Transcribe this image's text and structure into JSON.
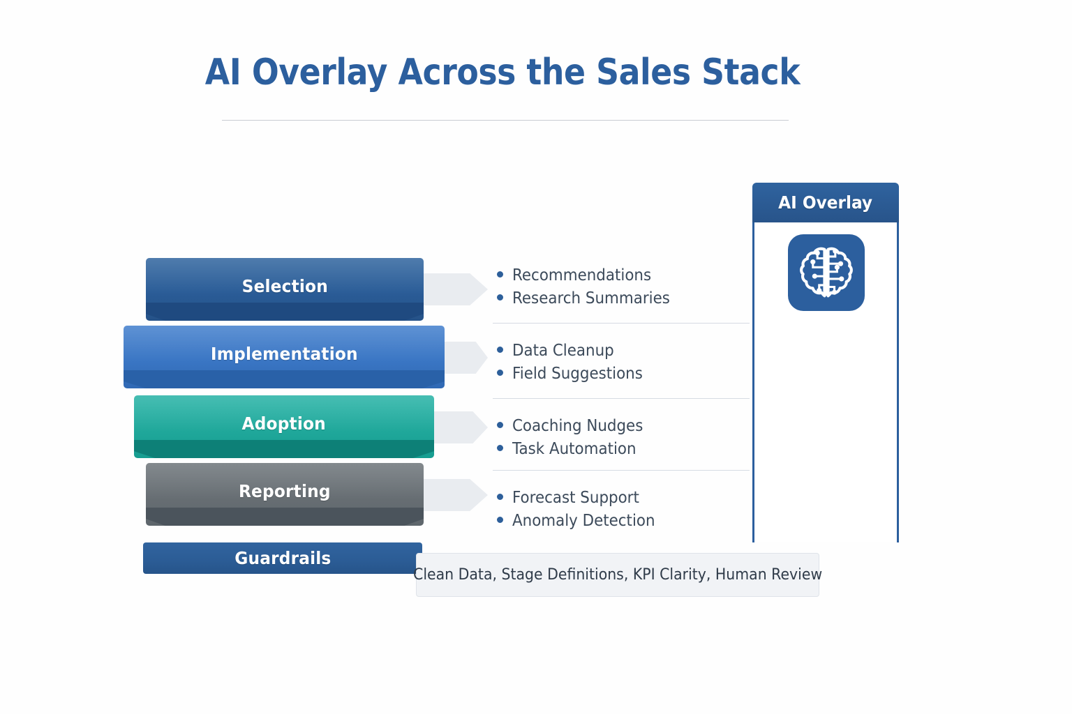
{
  "page": {
    "title": "AI Overlay Across the Sales Stack",
    "background_color": "#fefefe",
    "title_color": "#2c5f9e"
  },
  "stack": {
    "layers": [
      {
        "label": "Selection",
        "color": "#2d5f9e",
        "shade_color": "#1f4a80",
        "has_arrow": true,
        "has_3d_base": true
      },
      {
        "label": "Implementation",
        "color": "#3a76c4",
        "shade_color": "#2961a8",
        "has_arrow": true,
        "has_3d_base": true
      },
      {
        "label": "Adoption",
        "color": "#21a79b",
        "shade_color": "#0d8077",
        "has_arrow": true,
        "has_3d_base": true
      },
      {
        "label": "Reporting",
        "color": "#686f74",
        "shade_color": "#4b545c",
        "has_arrow": true,
        "has_3d_base": true
      },
      {
        "label": "Guardrails",
        "color": "#2d5f9e",
        "shade_color": "#2d5f9e",
        "has_arrow": false,
        "has_3d_base": false
      }
    ]
  },
  "capabilities": {
    "groups": [
      {
        "stage": "Selection",
        "items": [
          "Recommendations",
          "Research Summaries"
        ]
      },
      {
        "stage": "Implementation",
        "items": [
          "Data Cleanup",
          "Field Suggestions"
        ]
      },
      {
        "stage": "Adoption",
        "items": [
          "Coaching Nudges",
          "Task Automation"
        ]
      },
      {
        "stage": "Reporting",
        "items": [
          "Forecast Support",
          "Anomaly Detection"
        ]
      }
    ],
    "bullet_color": "#2d5f9a",
    "text_color": "#3c4a5a"
  },
  "ai_panel": {
    "title": "AI Overlay",
    "icon": "brain-circuit-icon",
    "accent_color": "#2c5f9e"
  },
  "guardrails": {
    "caption": "Clean Data, Stage Definitions, KPI Clarity, Human Review",
    "background_color": "#f1f3f6"
  }
}
